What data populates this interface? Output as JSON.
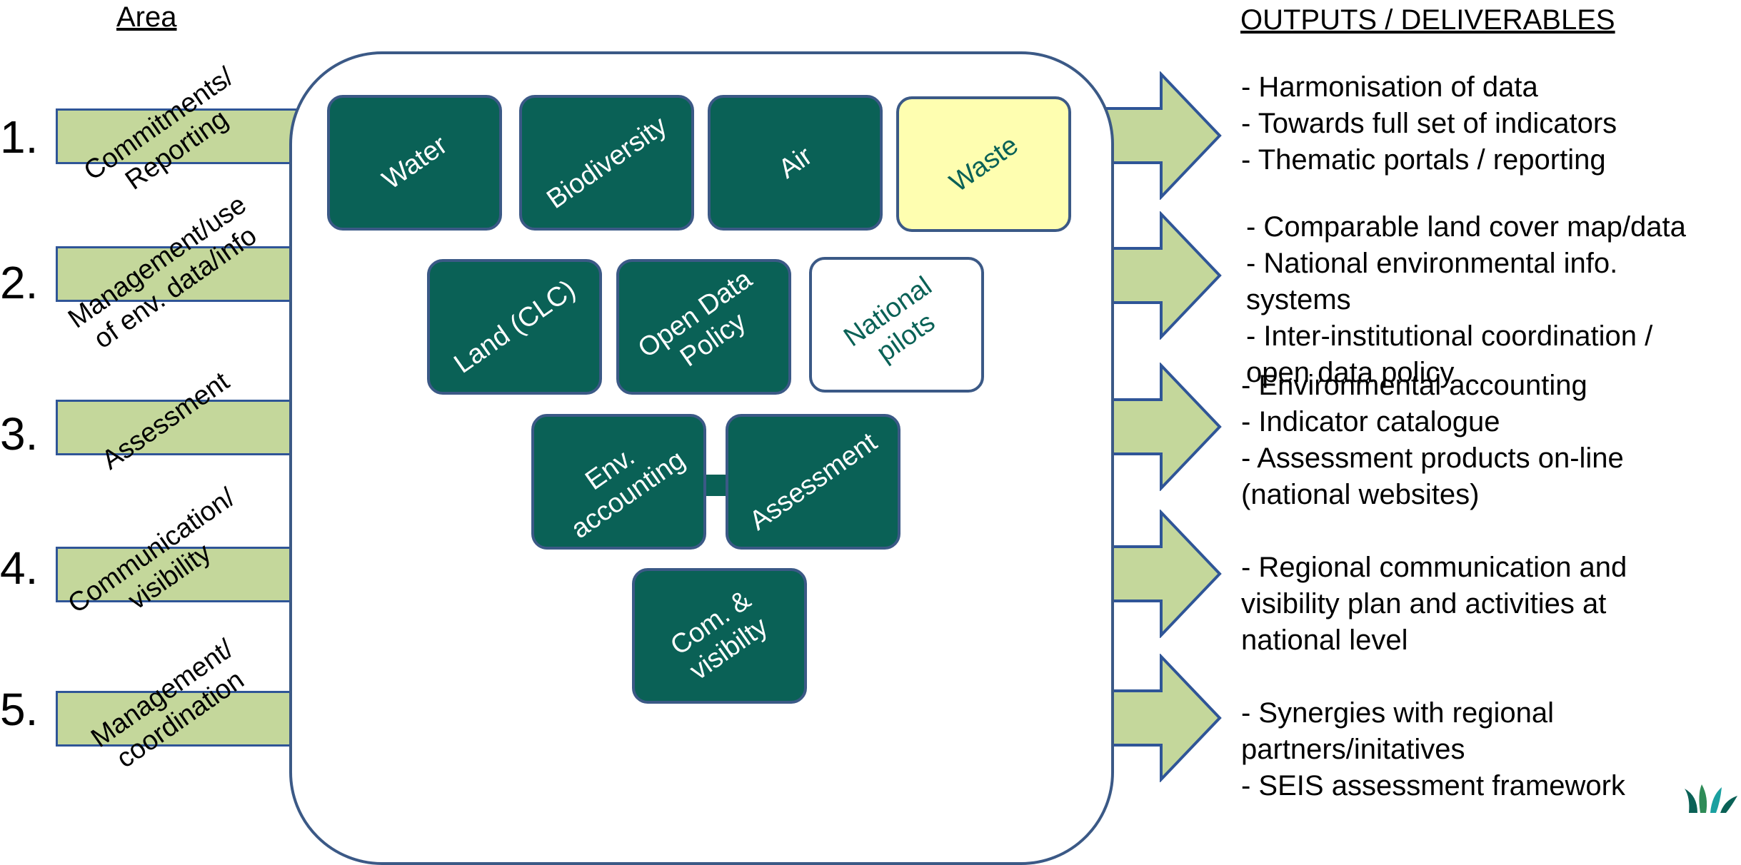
{
  "headings": {
    "area": "Area",
    "outputs": "OUTPUTS / DELIVERABLES"
  },
  "areas": [
    {
      "number": "1.",
      "label": "Commitments/\nReporting"
    },
    {
      "number": "2.",
      "label": "Management/use\nof env. data/info"
    },
    {
      "number": "3.",
      "label": "Assessment"
    },
    {
      "number": "4.",
      "label": "Communication/\nvisibility"
    },
    {
      "number": "5.",
      "label": "Management/\ncoordination"
    }
  ],
  "tiles": [
    {
      "label": "Water",
      "style": "dark"
    },
    {
      "label": "Biodiversity",
      "style": "dark"
    },
    {
      "label": "Air",
      "style": "dark"
    },
    {
      "label": "Waste",
      "style": "light"
    },
    {
      "label": "Land (CLC)",
      "style": "dark"
    },
    {
      "label": "Open Data\nPolicy",
      "style": "dark"
    },
    {
      "label": "National\npilots",
      "style": "outline"
    },
    {
      "label": "Env.\naccounting",
      "style": "dark"
    },
    {
      "label": "Assessment",
      "style": "dark"
    },
    {
      "label": "Com. &\nvisibilty",
      "style": "dark"
    }
  ],
  "outputs": [
    "- Harmonisation of data\n- Towards full set of indicators\n- Thematic portals / reporting",
    "- Comparable land cover map/data\n- National environmental info.\n   systems\n- Inter-institutional coordination /\n   open data policy",
    "- Environmental accounting\n- Indicator catalogue\n- Assessment products on-line\n  (national websites)",
    "- Regional communication and\n   visibility plan and activities at\n   national level",
    "- Synergies with regional\n   partners/initatives\n- SEIS assessment framework"
  ],
  "colors": {
    "tile_dark": "#0a6156",
    "tile_light": "#fefeb0",
    "border": "#3b5986",
    "arrow_fill": "#c4d79b",
    "arrow_stroke": "#2f5597"
  },
  "logo_icon": "leaf-logo-icon"
}
